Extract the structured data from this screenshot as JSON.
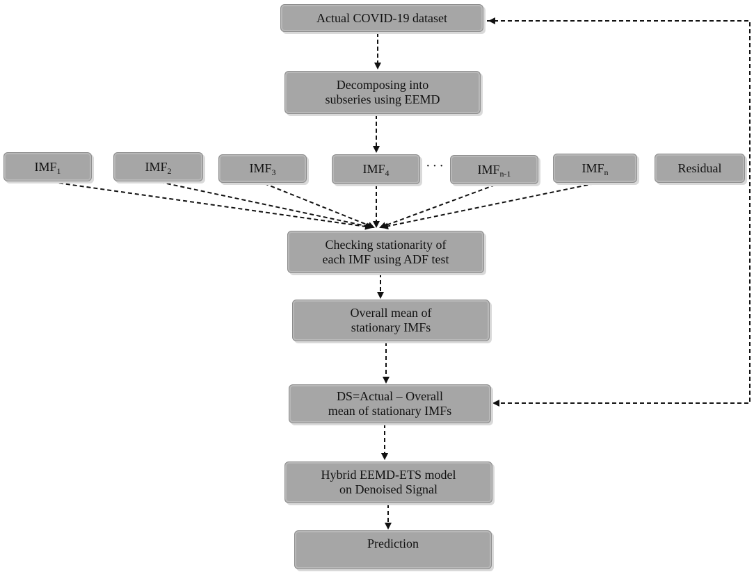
{
  "nodes": {
    "dataset": "Actual COVID-19 dataset",
    "decompose": [
      "Decomposing into",
      "subseries using EEMD"
    ],
    "imfs": [
      {
        "base": "IMF",
        "sub": "1"
      },
      {
        "base": "IMF",
        "sub": "2"
      },
      {
        "base": "IMF",
        "sub": "3"
      },
      {
        "base": "IMF",
        "sub": "4"
      },
      {
        "base": "IMF",
        "sub": "n-1"
      },
      {
        "base": "IMF",
        "sub": "n"
      }
    ],
    "ellipsis": "···",
    "residual": "Residual",
    "stationarity": [
      "Checking stationarity of",
      "each IMF using ADF test"
    ],
    "overall_mean": [
      "Overall mean of",
      "stationary IMFs"
    ],
    "ds": [
      "DS=Actual – Overall",
      "mean of stationary IMFs"
    ],
    "hybrid": [
      "Hybrid EEMD-ETS model",
      "on Denoised Signal"
    ],
    "prediction": "Prediction"
  },
  "colors": {
    "box_fill": "#a6a6a6",
    "line": "#111111"
  }
}
